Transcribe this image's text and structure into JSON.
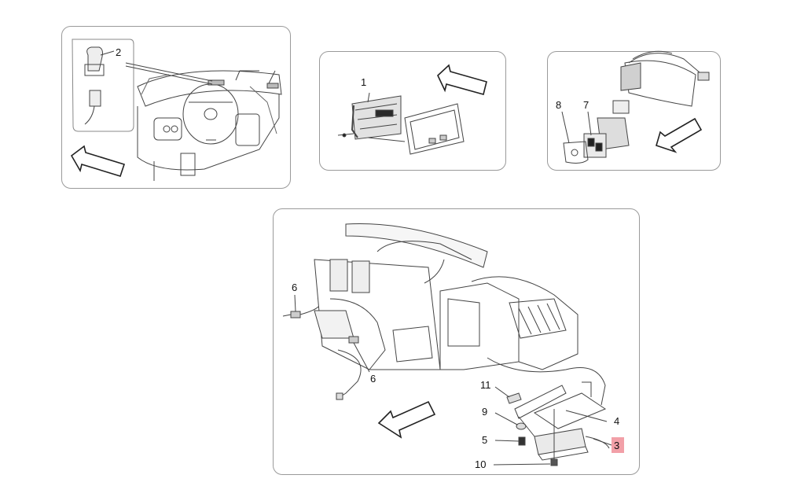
{
  "callouts": {
    "c1": "1",
    "c2": "2",
    "c3": "3",
    "c4": "4",
    "c5": "5",
    "c6a": "6",
    "c6b": "6",
    "c7": "7",
    "c8": "8",
    "c9": "9",
    "c10": "10",
    "c11": "11"
  },
  "highlight": {
    "callout": "3",
    "color": "#f2a0a8"
  },
  "colors": {
    "line": "#444444",
    "panel_border": "#9a9a9a",
    "part_fill": "#e8e8e8",
    "dark_part": "#2a2a2a"
  }
}
